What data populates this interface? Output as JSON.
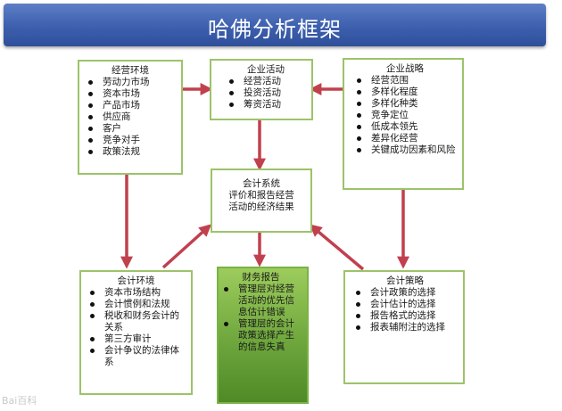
{
  "title": "哈佛分析框架",
  "boxes": {
    "business_env": {
      "title": "经营环境",
      "items": [
        "劳动力市场",
        "资本市场",
        "产品市场",
        "供应商",
        "客户",
        "竞争对手",
        "政策法规"
      ]
    },
    "business_activities": {
      "title": "企业活动",
      "items": [
        "经营活动",
        "投资活动",
        "筹资活动"
      ]
    },
    "business_strategy": {
      "title": "企业战略",
      "items": [
        "经营范围",
        "多样化程度",
        "多样化种类",
        "竞争定位",
        "低成本领先",
        "差异化经营",
        "关键成功因素和风险"
      ]
    },
    "accounting_system": {
      "title": "会计系统",
      "lines": [
        "评价和报告经营",
        "活动的经济结果"
      ]
    },
    "accounting_env": {
      "title": "会计环境",
      "items": [
        "资本市场结构",
        "会计惯例和法规",
        "税收和财务会计的关系",
        "第三方审计",
        "会计争议的法律体系"
      ]
    },
    "financial_report": {
      "title": "财务报告",
      "items": [
        "管理层对经营活动的优先信息估计错误",
        "管理层的会计政策选择产生的信息失真"
      ]
    },
    "accounting_strategy": {
      "title": "会计策略",
      "items": [
        "会计政策的选择",
        "会计估计的选择",
        "报告格式的选择",
        "报表辅附注的选择"
      ]
    }
  },
  "watermark": "Bai百科",
  "colors": {
    "banner": "#3c5fae",
    "box_border": "#9cc36a",
    "report_fill": "#6aa33a",
    "arrow": "#c1404e"
  }
}
